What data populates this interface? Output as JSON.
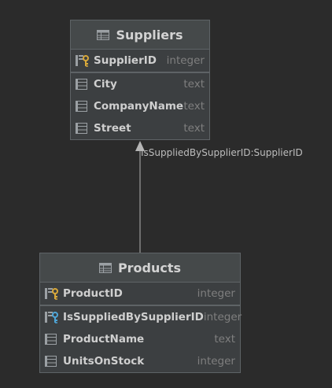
{
  "tables": [
    {
      "name": "Suppliers",
      "icon": "table-icon",
      "primary_columns": [
        {
          "name": "SupplierID",
          "type": "integer",
          "icon": "primary-key-icon"
        }
      ],
      "columns": [
        {
          "name": "City",
          "type": "text",
          "icon": "column-icon"
        },
        {
          "name": "CompanyName",
          "type": "text",
          "icon": "column-icon"
        },
        {
          "name": "Street",
          "type": "text",
          "icon": "column-icon"
        }
      ]
    },
    {
      "name": "Products",
      "icon": "table-icon",
      "primary_columns": [
        {
          "name": "ProductID",
          "type": "integer",
          "icon": "primary-key-icon"
        }
      ],
      "columns": [
        {
          "name": "IsSuppliedBySupplierID",
          "type": "integer",
          "icon": "foreign-key-icon"
        },
        {
          "name": "ProductName",
          "type": "text",
          "icon": "column-icon"
        },
        {
          "name": "UnitsOnStock",
          "type": "integer",
          "icon": "column-icon"
        }
      ]
    }
  ],
  "relationships": [
    {
      "from": "Products",
      "to": "Suppliers",
      "label": "IsSuppliedBySupplierID:SupplierID"
    }
  ],
  "colors": {
    "background": "#2b2b2b",
    "table_body": "#3c3f41",
    "border": "#5e6366",
    "key_gold": "#d9a93a",
    "fk_blue": "#4fa6d8",
    "icon_gray": "#9ba0a4"
  }
}
